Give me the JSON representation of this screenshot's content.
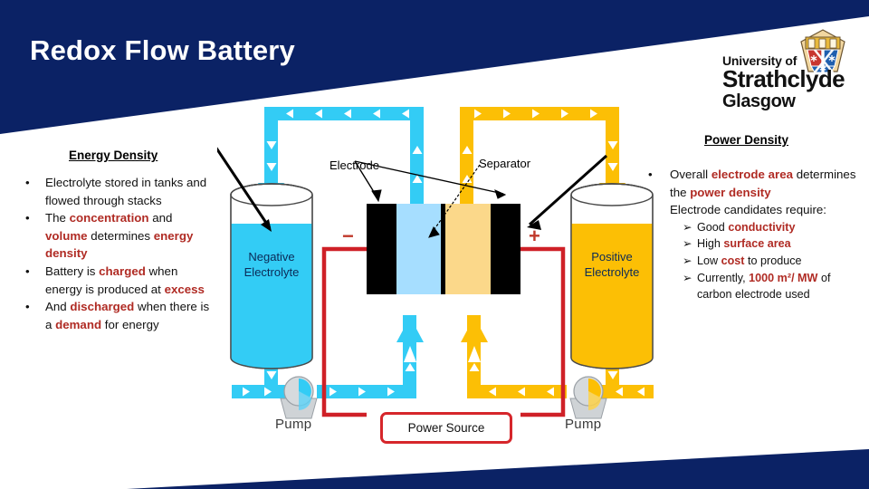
{
  "slide": {
    "title": "Redox Flow Battery",
    "theme": {
      "navy": "#0b2265",
      "accent_red": "#b02b24",
      "electrolyte_blue": "#33ccf5",
      "electrolyte_orange": "#fcbf05",
      "circuit_red": "#cf2027",
      "label_navy": "#0b2a57"
    }
  },
  "logo": {
    "line1": "University of",
    "line2": "Strathclyde",
    "line3": "Glasgow",
    "crest_name": "strathclyde-crest-icon"
  },
  "left_column": {
    "heading": "Energy Density",
    "bullets": [
      {
        "marker": "•",
        "parts": [
          {
            "text": "Electrolyte stored in tanks and flowed through stacks",
            "highlight": false
          }
        ]
      },
      {
        "marker": "•",
        "parts": [
          {
            "text": "The ",
            "highlight": false
          },
          {
            "text": "concentration",
            "highlight": true
          },
          {
            "text": " and ",
            "highlight": false
          },
          {
            "text": "volume",
            "highlight": true
          },
          {
            "text": " determines ",
            "highlight": false
          },
          {
            "text": "energy density",
            "highlight": true
          }
        ]
      },
      {
        "marker": "•",
        "parts": [
          {
            "text": "Battery is ",
            "highlight": false
          },
          {
            "text": "charged",
            "highlight": true
          },
          {
            "text": " when energy is produced at ",
            "highlight": false
          },
          {
            "text": "excess",
            "highlight": true
          }
        ]
      },
      {
        "marker": "•",
        "parts": [
          {
            "text": "And ",
            "highlight": false
          },
          {
            "text": "discharged",
            "highlight": true
          },
          {
            "text": " when there is a ",
            "highlight": false
          },
          {
            "text": "demand",
            "highlight": true
          },
          {
            "text": " for energy",
            "highlight": false
          }
        ]
      }
    ]
  },
  "right_column": {
    "heading": "Power Density",
    "bullets": [
      {
        "marker": "•",
        "parts": [
          {
            "text": "Overall ",
            "highlight": false
          },
          {
            "text": "electrode area",
            "highlight": true
          },
          {
            "text": " determines the ",
            "highlight": false
          },
          {
            "text": "power density",
            "highlight": true
          }
        ]
      },
      {
        "marker": "•",
        "parts": [
          {
            "text": "Electrode candidates require:",
            "highlight": false
          }
        ]
      }
    ],
    "sub_bullets": [
      {
        "marker": "➢",
        "parts": [
          {
            "text": "Good ",
            "highlight": false
          },
          {
            "text": "conductivity",
            "highlight": true
          }
        ]
      },
      {
        "marker": "➢",
        "parts": [
          {
            "text": "High ",
            "highlight": false
          },
          {
            "text": "surface area",
            "highlight": true
          }
        ]
      },
      {
        "marker": "➢",
        "parts": [
          {
            "text": "Low ",
            "highlight": false
          },
          {
            "text": "cost",
            "highlight": true
          },
          {
            "text": " to produce",
            "highlight": false
          }
        ]
      },
      {
        "marker": "➢",
        "parts": [
          {
            "text": "Currently, ",
            "highlight": false
          },
          {
            "text": "1000 m²/ MW",
            "highlight": true
          },
          {
            "text": " of carbon electrode used",
            "highlight": false
          }
        ]
      }
    ]
  },
  "diagram": {
    "electrode_label": "Electrode",
    "separator_label": "Separator",
    "negative_tank_label_line1": "Negative",
    "negative_tank_label_line2": "Electrolyte",
    "positive_tank_label_line1": "Positive",
    "positive_tank_label_line2": "Electrolyte",
    "negative_sign": "−",
    "positive_sign": "+",
    "pump_left_label": "Pump",
    "pump_right_label": "Pump",
    "power_source_label": "Power Source"
  }
}
